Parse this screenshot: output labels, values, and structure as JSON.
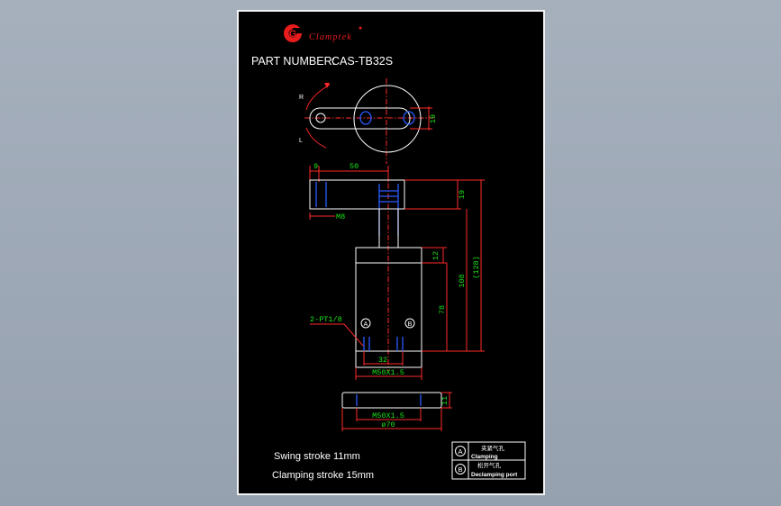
{
  "brand": {
    "name": "Clamptek",
    "logo_letter": "G"
  },
  "part_number": {
    "label": "PART NUMBER:",
    "value": "CAS-TB32S"
  },
  "rotation_labels": {
    "right": "R",
    "left": "L"
  },
  "dimensions": {
    "arm_width": "19",
    "arm_offset": "9",
    "arm_length": "50",
    "thread": "M8",
    "arm_height": "19",
    "body_top": "12",
    "body_height": "78",
    "mount_height": "108",
    "total_height": "(128)",
    "ports_spacing": "32",
    "body_thread": "M50X1.5",
    "nut_height": "11",
    "nut_thread": "M50X1.5",
    "nut_diameter": "ø70"
  },
  "port_note": "2-PT1/8",
  "ports": {
    "a": "A",
    "b": "B"
  },
  "notes": {
    "swing_stroke": "Swing stroke 11mm",
    "clamping_stroke": "Clamping stroke 15mm"
  },
  "legend": {
    "rows": [
      {
        "symbol": "A",
        "title": "夹紧气孔",
        "subtitle": "Clamping"
      },
      {
        "symbol": "B",
        "title": "松开气孔",
        "subtitle": "Declamping port"
      }
    ]
  },
  "colors": {
    "sheet": "#000000",
    "outline": "#ffffff",
    "dimension": "#ff2a2a",
    "dimension_text": "#19e619",
    "hidden": "#2a5cff",
    "brand": "#e81c1c"
  }
}
